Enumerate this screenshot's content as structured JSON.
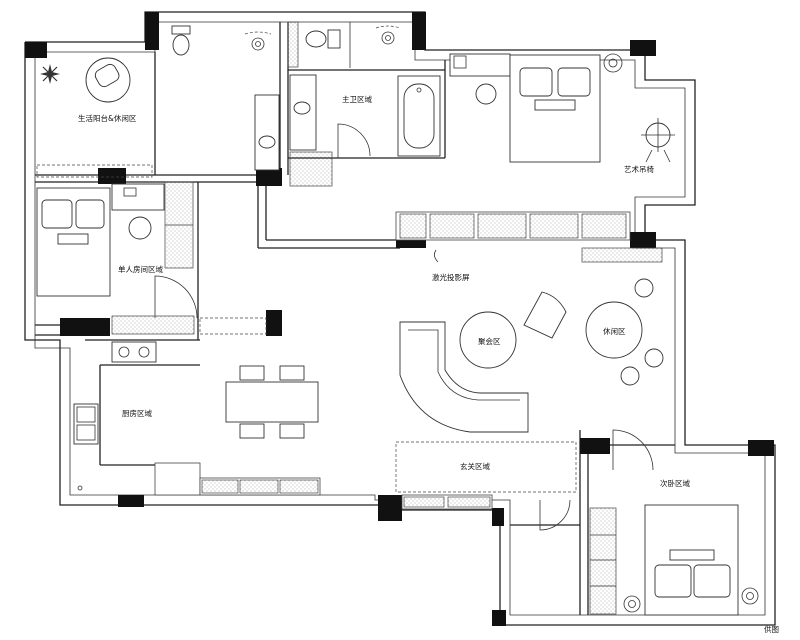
{
  "rooms": {
    "balcony": "生活阳台&休闲区",
    "master_bath": "主卫区域",
    "art_chair": "艺术吊椅",
    "single_room": "单人房间区域",
    "projection_screen": "激光投影屏",
    "meeting": "聚会区",
    "leisure": "休闲区",
    "kitchen": "厨房区域",
    "entrance": "玄关区域",
    "second_bedroom": "次卧区域"
  },
  "watermark": "供图"
}
